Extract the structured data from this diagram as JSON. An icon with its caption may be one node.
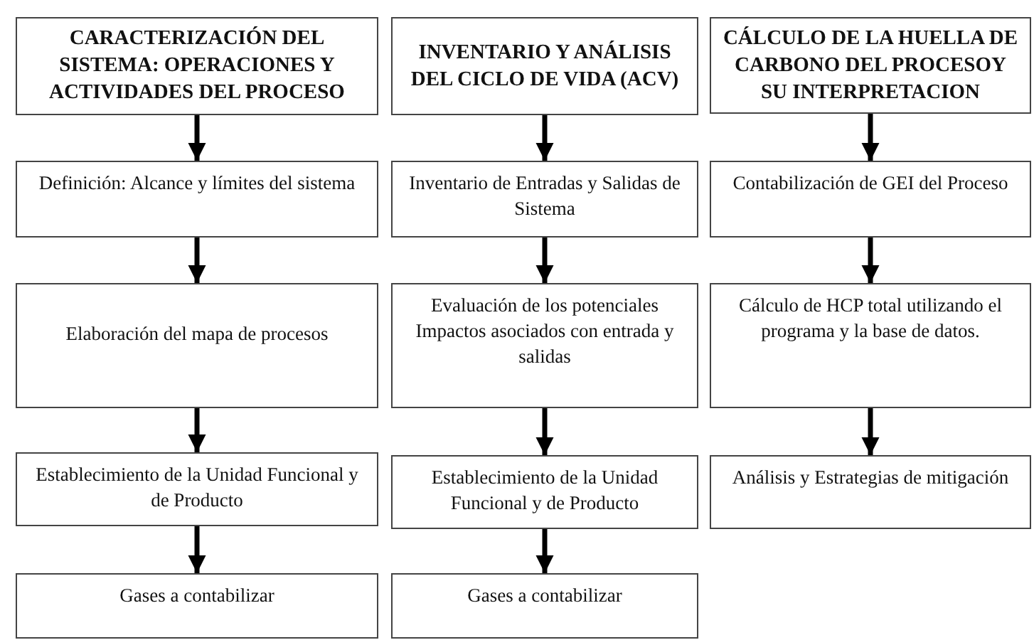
{
  "diagram": {
    "nodes": [
      {
        "text": [
          "CARACTERIZACIÓN DEL SISTEMA: OPERACIONES Y ACTIVIDADES DEL PROCESO"
        ]
      },
      {
        "text": [
          "INVENTARIO Y ANÁLISIS DEL CICLO DE VIDA (ACV)"
        ]
      },
      {
        "text": [
          "CÁLCULO DE LA HUELLA DE CARBONO DEL PROCESOY SU INTERPRETACION"
        ]
      },
      {
        "text": [
          "Definición: Alcance y límites del sistema"
        ]
      },
      {
        "text": [
          "Inventario de Entradas y Salidas de Sistema"
        ]
      },
      {
        "text": [
          "Contabilización de GEI del Proceso"
        ]
      },
      {
        "text": [
          "Elaboración del mapa de procesos"
        ]
      },
      {
        "text": [
          "Evaluación de los potenciales Impactos asociados con entrada y salidas"
        ]
      },
      {
        "text": [
          "Cálculo de HCP total utilizando el programa y la base de datos."
        ]
      },
      {
        "text": [
          "Establecimiento de la Unidad Funcional y de Producto"
        ]
      },
      {
        "text": [
          "Establecimiento de la Unidad Funcional y de Producto"
        ]
      },
      {
        "text": [
          "Análisis y Estrategias de mitigación"
        ]
      },
      {
        "text": [
          "Gases a contabilizar"
        ]
      },
      {
        "text": [
          "Gases a contabilizar"
        ]
      }
    ],
    "edges": [
      {
        "from": 0,
        "to": 3,
        "arrow": "to"
      },
      {
        "from": 3,
        "to": 6,
        "arrow": "to"
      },
      {
        "from": 6,
        "to": 9,
        "arrow": "to"
      },
      {
        "from": 9,
        "to": 12,
        "arrow": "to"
      },
      {
        "from": 1,
        "to": 4,
        "arrow": "to"
      },
      {
        "from": 4,
        "to": 7,
        "arrow": "to"
      },
      {
        "from": 7,
        "to": 10,
        "arrow": "to"
      },
      {
        "from": 10,
        "to": 13,
        "arrow": "to"
      },
      {
        "from": 2,
        "to": 5,
        "arrow": "to"
      },
      {
        "from": 5,
        "to": 8,
        "arrow": "to"
      },
      {
        "from": 8,
        "to": 11,
        "arrow": "to"
      }
    ]
  }
}
